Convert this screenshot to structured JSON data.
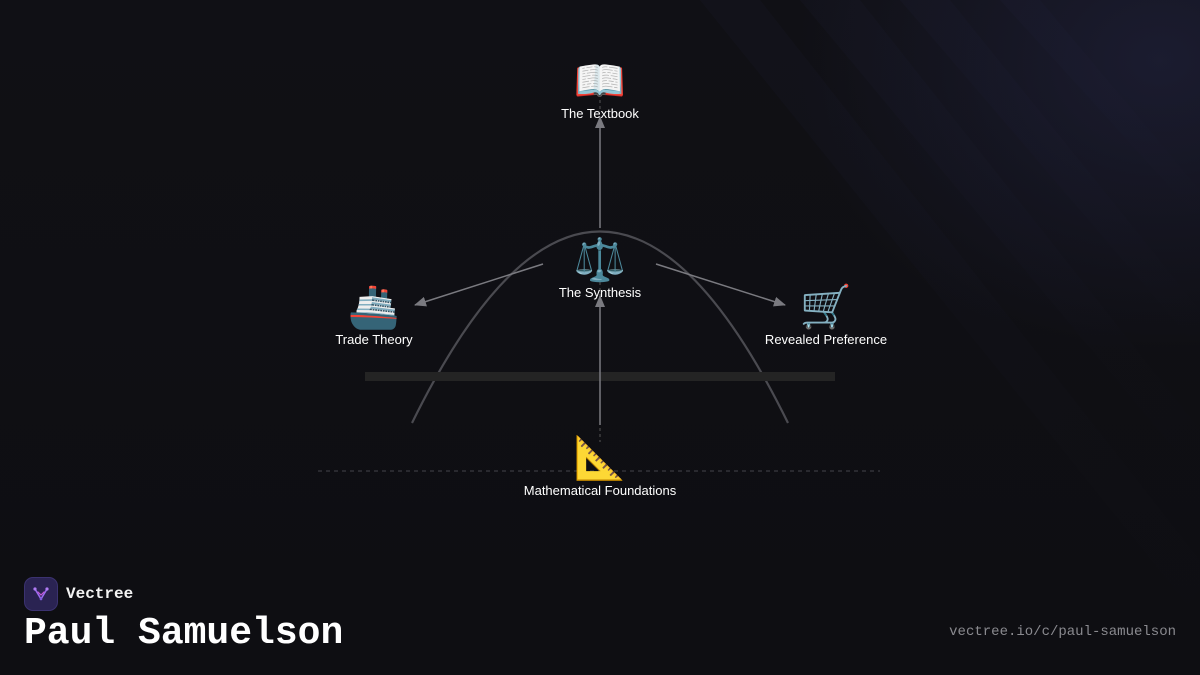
{
  "diagram": {
    "nodes": {
      "textbook": {
        "label": "The Textbook",
        "emoji": "📖",
        "icon": "open-book-icon"
      },
      "synthesis": {
        "label": "The Synthesis",
        "emoji": "⚖️",
        "icon": "balance-scale-icon"
      },
      "trade": {
        "label": "Trade Theory",
        "emoji": "🚢",
        "icon": "ship-icon"
      },
      "revealed": {
        "label": "Revealed Preference",
        "emoji": "🛒",
        "icon": "shopping-cart-icon"
      },
      "math": {
        "label": "Mathematical Foundations",
        "emoji": "📐",
        "icon": "triangle-ruler-icon"
      }
    },
    "edges": [
      {
        "from": "math",
        "to": "synthesis"
      },
      {
        "from": "synthesis",
        "to": "textbook"
      },
      {
        "from": "synthesis",
        "to": "trade"
      },
      {
        "from": "synthesis",
        "to": "revealed"
      }
    ],
    "colors": {
      "arrow": "#7a7a80",
      "arch": "#4a4a50",
      "beam": "#242424",
      "dashed": "#3a3a40"
    }
  },
  "brand": {
    "name": "Vectree",
    "logo_color": "#2a2352",
    "logo_accent": "#9b6cf0"
  },
  "page": {
    "title": "Paul Samuelson",
    "url": "vectree.io/c/paul-samuelson"
  }
}
